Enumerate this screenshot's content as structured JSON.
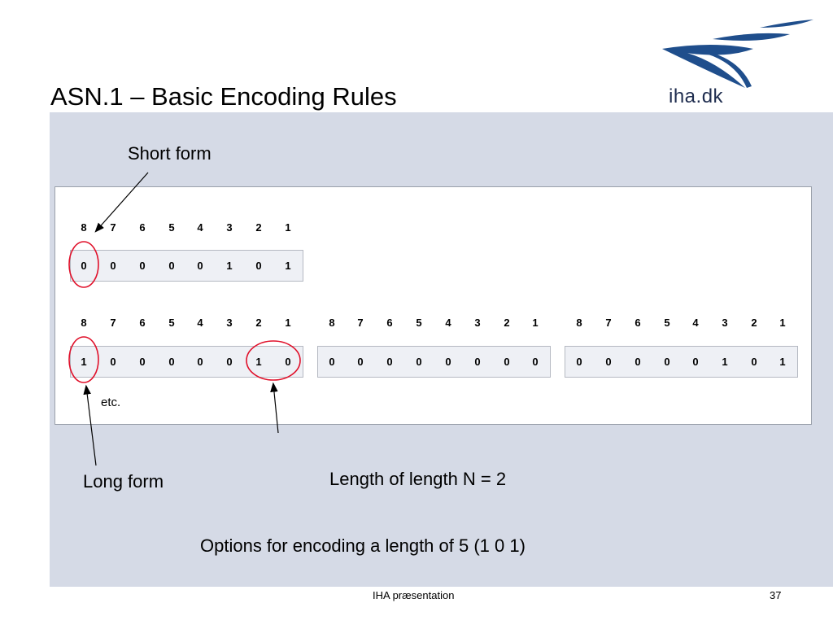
{
  "slide": {
    "title": "ASN.1 – Basic Encoding Rules",
    "logo_text": "iha.dk",
    "footer_center": "IHA præsentation",
    "page_number": "37",
    "colors": {
      "panel": "#d5dae6",
      "logo": "#1f4e8c",
      "circle": "#e0102a"
    }
  },
  "diagram": {
    "short_form_label": "Short form",
    "long_form_label": "Long form",
    "length_of_length_label": "Length of length N = 2",
    "caption": "Options for encoding a length of 5 (1 0 1)",
    "etc_label": "etc.",
    "bit_numbers": [
      "8",
      "7",
      "6",
      "5",
      "4",
      "3",
      "2",
      "1"
    ],
    "short_form_byte": [
      "0",
      "0",
      "0",
      "0",
      "0",
      "1",
      "0",
      "1"
    ],
    "long_form_bytes": [
      [
        "1",
        "0",
        "0",
        "0",
        "0",
        "0",
        "1",
        "0"
      ],
      [
        "0",
        "0",
        "0",
        "0",
        "0",
        "0",
        "0",
        "0"
      ],
      [
        "0",
        "0",
        "0",
        "0",
        "0",
        "1",
        "0",
        "1"
      ]
    ]
  }
}
